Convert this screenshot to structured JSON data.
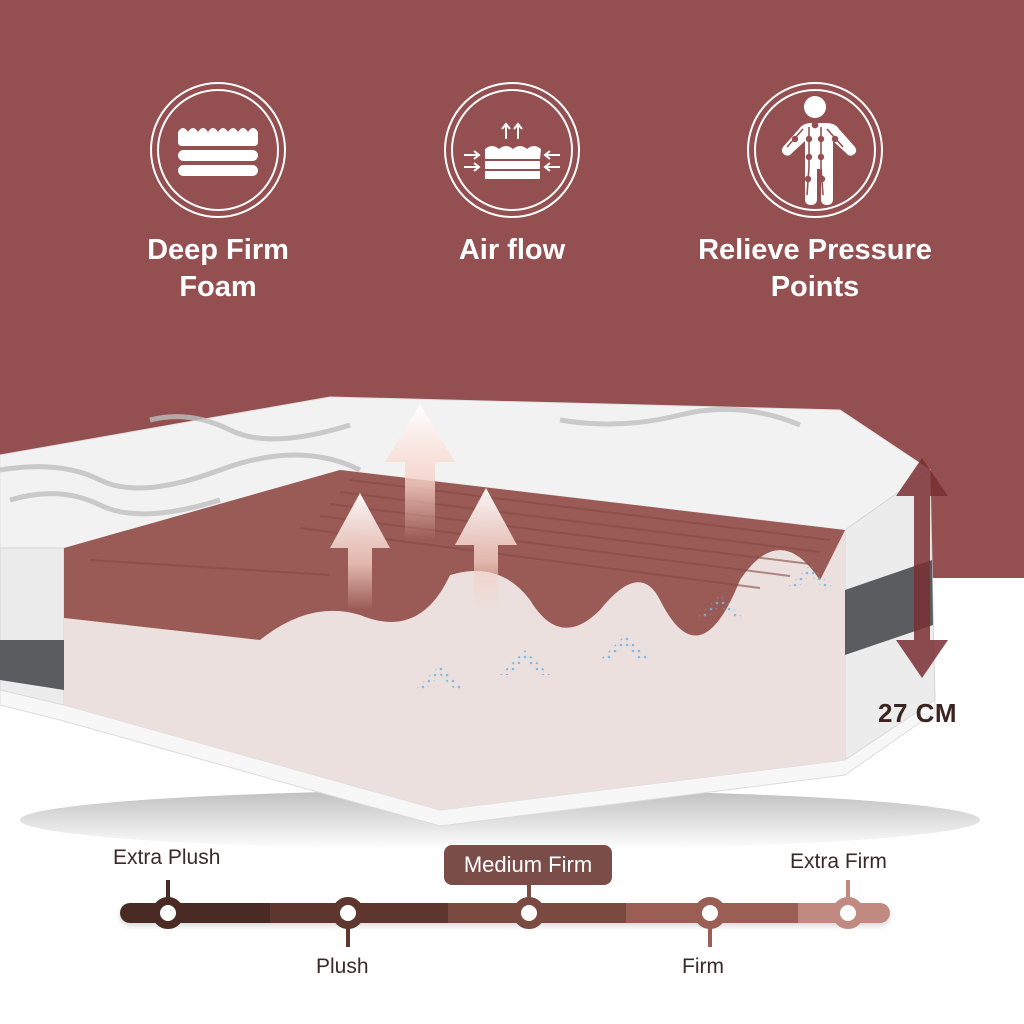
{
  "colors": {
    "background_top": "#944f51",
    "background_bottom": "#ffffff",
    "feature_text": "#ffffff",
    "foam_top_layer": "#9a5a55",
    "foam_base": "#ece0de",
    "cover": "#f3f3f3",
    "band": "#5a5c60",
    "airflow_arrow": "#f5d5cc",
    "cool_arrows": "#6fb5e8",
    "height_arrow": "#7a2f33",
    "scale_dark": "#4a2a24",
    "scale_light": "#c08a80",
    "badge_bg": "#7b4d48"
  },
  "features": [
    {
      "icon": "foam-layers-icon",
      "label": "Deep Firm\nFoam"
    },
    {
      "icon": "airflow-icon",
      "label": "Air flow"
    },
    {
      "icon": "body-pressure-points-icon",
      "label": "Relieve Pressure\nPoints"
    }
  ],
  "product": {
    "image": "mattress-cutaway-illustration",
    "height_label": "27 CM"
  },
  "firmness_scale": {
    "selected": "Medium Firm",
    "levels": [
      {
        "label": "Extra Plush",
        "position": "above",
        "color": "#4a2a24"
      },
      {
        "label": "Plush",
        "position": "below",
        "color": "#5e362e"
      },
      {
        "label": "Medium Firm",
        "position": "above",
        "color": "#7a4a41"
      },
      {
        "label": "Firm",
        "position": "below",
        "color": "#9a5e54"
      },
      {
        "label": "Extra Firm",
        "position": "above",
        "color": "#c08a80"
      }
    ]
  }
}
